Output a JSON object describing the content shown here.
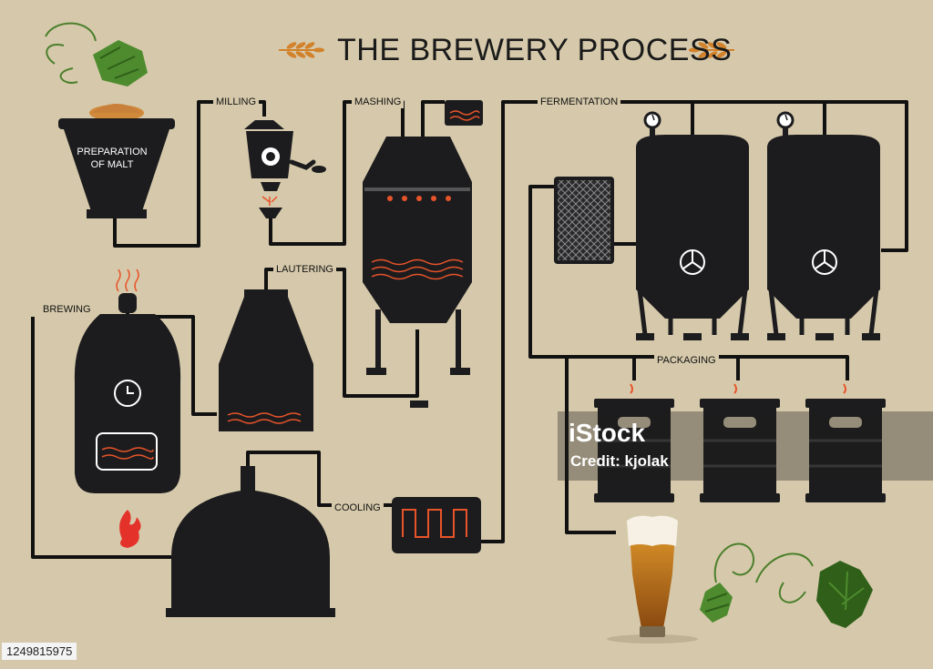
{
  "title": "THE BREWERY PROCESS",
  "steps": {
    "preparation": "PREPARATION OF MALT",
    "milling": "MILLING",
    "mashing": "MASHING",
    "fermentation": "FERMENTATION",
    "lautering": "LAUTERING",
    "brewing": "BREWING",
    "cooling": "COOLING",
    "packaging": "PACKAGING"
  },
  "watermark": {
    "brand": "iStock",
    "credit": "Credit: kjolak"
  },
  "image_id": "1249815975",
  "colors": {
    "background": "#d6c9ab",
    "equipment": "#1c1c1e",
    "pipe": "#111111",
    "heat": "#e8542a",
    "hops": "#3f7d2a",
    "beer": "#c8781c"
  }
}
